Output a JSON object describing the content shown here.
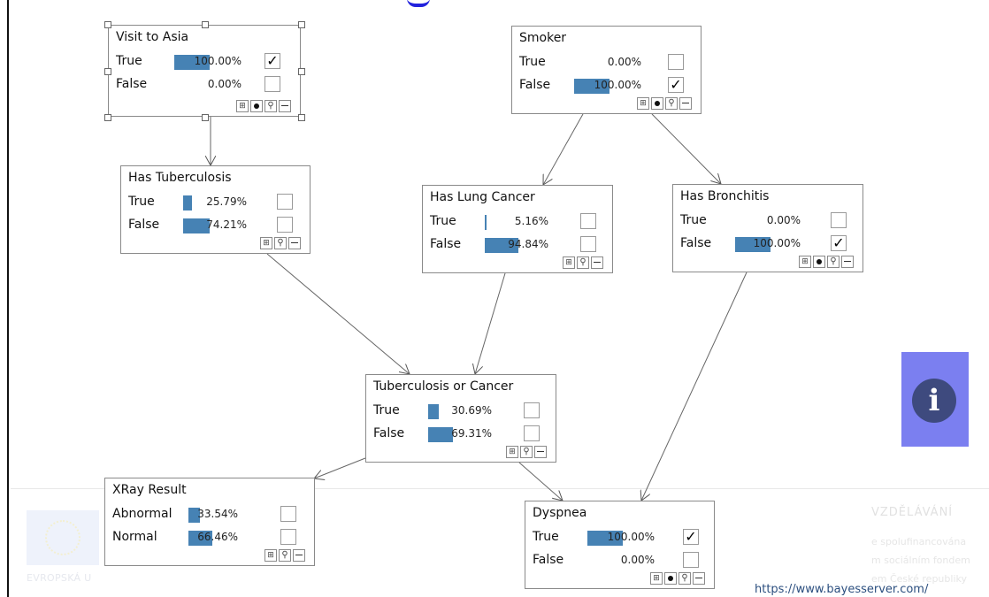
{
  "nodes": [
    {
      "title": "Visit to Asia",
      "states": [
        {
          "label": "True",
          "pct": "100.00%",
          "value": 1.0,
          "checked": true
        },
        {
          "label": "False",
          "pct": "0.00%",
          "value": 0.0,
          "checked": false
        }
      ],
      "tools": [
        "grid",
        "dot",
        "zoom",
        "minus"
      ],
      "selected": true
    },
    {
      "title": "Smoker",
      "states": [
        {
          "label": "True",
          "pct": "0.00%",
          "value": 0.0,
          "checked": false
        },
        {
          "label": "False",
          "pct": "100.00%",
          "value": 1.0,
          "checked": true
        }
      ],
      "tools": [
        "grid",
        "dot",
        "zoom",
        "minus"
      ]
    },
    {
      "title": "Has Tuberculosis",
      "states": [
        {
          "label": "True",
          "pct": "25.79%",
          "value": 0.2579,
          "checked": false
        },
        {
          "label": "False",
          "pct": "74.21%",
          "value": 0.7421,
          "checked": false
        }
      ],
      "tools": [
        "grid",
        "zoom",
        "minus"
      ]
    },
    {
      "title": "Has Lung Cancer",
      "states": [
        {
          "label": "True",
          "pct": "5.16%",
          "value": 0.0516,
          "checked": false
        },
        {
          "label": "False",
          "pct": "94.84%",
          "value": 0.9484,
          "checked": false
        }
      ],
      "tools": [
        "grid",
        "zoom",
        "minus"
      ]
    },
    {
      "title": "Has Bronchitis",
      "states": [
        {
          "label": "True",
          "pct": "0.00%",
          "value": 0.0,
          "checked": false
        },
        {
          "label": "False",
          "pct": "100.00%",
          "value": 1.0,
          "checked": true
        }
      ],
      "tools": [
        "grid",
        "dot",
        "zoom",
        "minus"
      ]
    },
    {
      "title": "Tuberculosis or Cancer",
      "states": [
        {
          "label": "True",
          "pct": "30.69%",
          "value": 0.3069,
          "checked": false
        },
        {
          "label": "False",
          "pct": "69.31%",
          "value": 0.6931,
          "checked": false
        }
      ],
      "tools": [
        "grid",
        "zoom",
        "minus"
      ]
    },
    {
      "title": "XRay Result",
      "states": [
        {
          "label": "Abnormal",
          "pct": "33.54%",
          "value": 0.3354,
          "checked": false
        },
        {
          "label": "Normal",
          "pct": "66.46%",
          "value": 0.6646,
          "checked": false
        }
      ],
      "tools": [
        "grid",
        "zoom",
        "minus"
      ]
    },
    {
      "title": "Dyspnea",
      "states": [
        {
          "label": "True",
          "pct": "100.00%",
          "value": 1.0,
          "checked": true
        },
        {
          "label": "False",
          "pct": "0.00%",
          "value": 0.0,
          "checked": false
        }
      ],
      "tools": [
        "grid",
        "dot",
        "zoom",
        "minus"
      ]
    }
  ],
  "edges": [
    {
      "from": "Visit to Asia",
      "to": "Has Tuberculosis"
    },
    {
      "from": "Smoker",
      "to": "Has Lung Cancer"
    },
    {
      "from": "Smoker",
      "to": "Has Bronchitis"
    },
    {
      "from": "Has Tuberculosis",
      "to": "Tuberculosis or Cancer"
    },
    {
      "from": "Has Lung Cancer",
      "to": "Tuberculosis or Cancer"
    },
    {
      "from": "Tuberculosis or Cancer",
      "to": "XRay Result"
    },
    {
      "from": "Tuberculosis or Cancer",
      "to": "Dyspnea"
    },
    {
      "from": "Has Bronchitis",
      "to": "Dyspnea"
    }
  ],
  "colors": {
    "bar": "#4682b4",
    "info_tile": "#7b7ff0",
    "info_circle": "#3e4a7e",
    "url": "#2c4f7f"
  },
  "check_glyph": "✓",
  "info_icon": "info-icon",
  "info_glyph": "i",
  "background": {
    "eu_caption": "EVROPSKÁ U",
    "heading": "VZDĚLÁVÁNÍ",
    "lines": [
      "e spolufinancována",
      "m sociálním fondem",
      "em České republiky"
    ]
  },
  "footer_url": "https://www.bayesserver.com/"
}
